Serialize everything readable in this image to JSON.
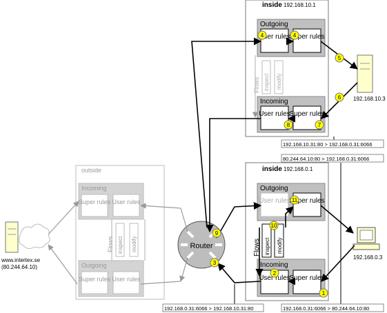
{
  "colors": {
    "active_group_fill": "#c0c0c0",
    "inactive_group_fill": "#d4d4d4",
    "inactive_text": "#a0a0a0",
    "inactive_line": "#999999",
    "marker_fill": "#ffff00",
    "arrow": "#000000"
  },
  "firewall_top": {
    "title": "inside",
    "ip": "192.168.10.1",
    "outgoing_label": "Outgoing",
    "incoming_label": "Incoming",
    "user_rules": "User rules",
    "super_rules": "Super rules",
    "flows_label": "Flows",
    "inspect_label": "inspect",
    "modify_label": "modify"
  },
  "firewall_bottom": {
    "title": "inside",
    "ip": "192.168.0.1",
    "outgoing_label": "Outgoing",
    "incoming_label": "Incoming",
    "user_rules": "User rules",
    "super_rules": "Super rules",
    "flows_label": "Flows",
    "inspect_label": "inspect",
    "modify_label": "modify"
  },
  "firewall_outside": {
    "title": "outside",
    "incoming_label": "Incoming",
    "outgoing_label": "Outgoing",
    "user_rules": "User rules",
    "super_rules": "Super rules",
    "flows_label": "Flows",
    "inspect_label": "inspect",
    "modify_label": "modify"
  },
  "router": {
    "label": "Router"
  },
  "hosts": {
    "server_right_ip": "192.168.10.3",
    "workstation_ip": "192.168.0.3",
    "internet_name": "www.intertex.se",
    "internet_ip": "(80.244.64.10)"
  },
  "flow_labels": {
    "top_nat_1": "192.168.10.31:80 > 192.168.0.31:6066",
    "top_nat_2": "80.244.64.10:80 > 192.168.0.31:6066",
    "bottom_left": "192.168.0.31:6066 > 192.168.10.31:80",
    "bottom_right": "192.168.0.31:6066 > 80.244.64.10:80"
  },
  "steps": [
    "1",
    "2",
    "3",
    "4",
    "4",
    "5",
    "6",
    "7",
    "8",
    "9",
    "10",
    "11"
  ]
}
